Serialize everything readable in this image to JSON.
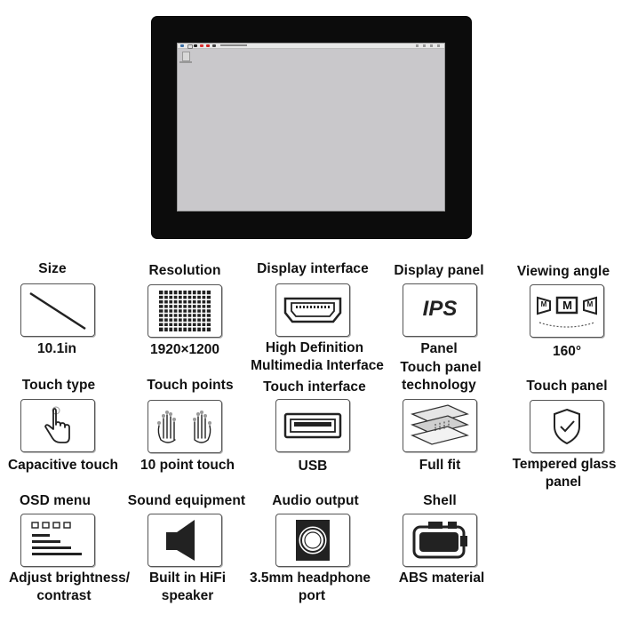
{
  "specs": {
    "size": {
      "title": "Size",
      "value": "10.1in"
    },
    "resolution": {
      "title": "Resolution",
      "value": "1920×1200"
    },
    "display_interface": {
      "title": "Display interface",
      "value_line1": "High Definition",
      "value_line2": "Multimedia Interface"
    },
    "display_panel": {
      "title": "Display panel",
      "icon_text": "IPS",
      "value": "Panel"
    },
    "viewing_angle": {
      "title": "Viewing angle",
      "icon_text": "M",
      "value": "160°"
    },
    "touch_type": {
      "title": "Touch type",
      "value": "Capacitive touch"
    },
    "touch_points": {
      "title": "Touch points",
      "value": "10 point touch"
    },
    "touch_interface": {
      "title": "Touch interface",
      "value": "USB"
    },
    "touch_panel_tech": {
      "title_line1": "Touch panel",
      "title_line2": "technology",
      "value": "Full fit"
    },
    "touch_panel": {
      "title": "Touch panel",
      "value_line1": "Tempered glass",
      "value_line2": "panel"
    },
    "osd_menu": {
      "title": "OSD menu",
      "value_line1": "Adjust brightness/",
      "value_line2": "contrast"
    },
    "sound_equipment": {
      "title": "Sound equipment",
      "value_line1": "Built in HiFi",
      "value_line2": "speaker"
    },
    "audio_output": {
      "title": "Audio output",
      "value_line1": "3.5mm headphone",
      "value_line2": "port"
    },
    "shell": {
      "title": "Shell",
      "value": "ABS material"
    }
  },
  "colors": {
    "bezel": "#0c0c0c",
    "screen": "#c9c8cb",
    "icon_stroke": "#222222",
    "box_border": "#555555"
  },
  "icons": [
    "diagonal-line-icon",
    "pixel-grid-icon",
    "hdmi-port-icon",
    "ips-text-icon",
    "viewing-angle-icon",
    "finger-touch-icon",
    "ten-finger-touch-icon",
    "usb-port-icon",
    "layered-panel-icon",
    "shield-check-icon",
    "osd-menu-icon",
    "speaker-icon",
    "headphone-port-icon",
    "device-shell-icon"
  ]
}
